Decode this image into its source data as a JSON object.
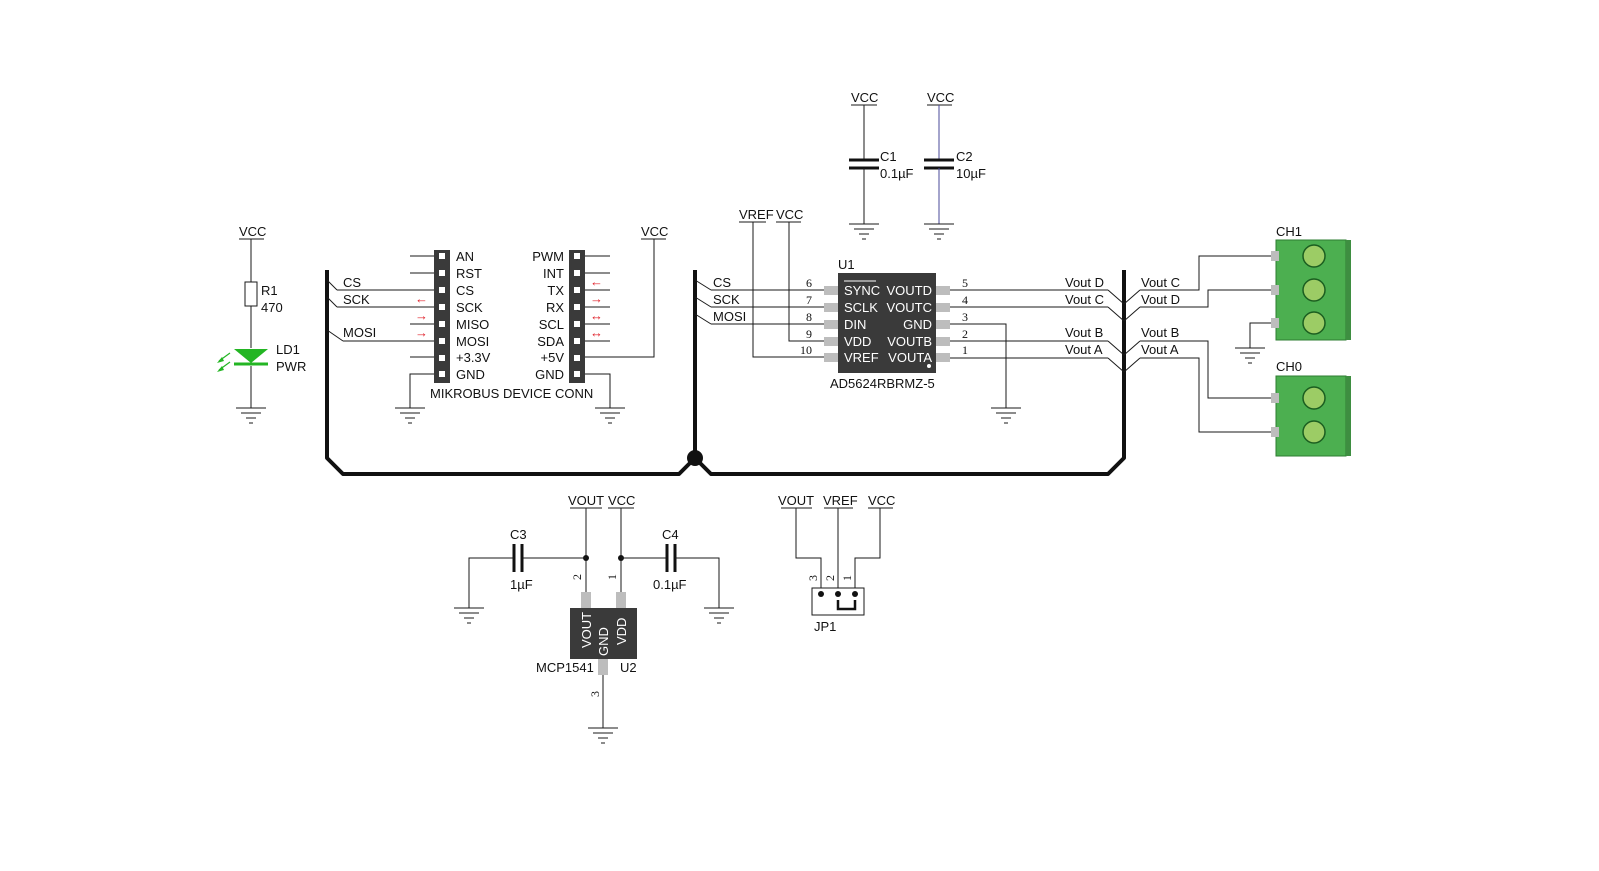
{
  "colors": {
    "wire": "#1a1a1a",
    "chip_body": "#3a3a3a",
    "pin_pad": "#bdbdbd",
    "terminal_green": "#4caf50",
    "led_green": "#23b523",
    "arrow_red": "#e0202a"
  },
  "power": {
    "vcc": "VCC",
    "vout": "VOUT",
    "vref": "VREF"
  },
  "r1": {
    "ref": "R1",
    "value": "470"
  },
  "ld1": {
    "ref": "LD1",
    "value": "PWR"
  },
  "c1": {
    "ref": "C1",
    "value": "0.1µF"
  },
  "c2": {
    "ref": "C2",
    "value": "10µF"
  },
  "c3": {
    "ref": "C3",
    "value": "1µF"
  },
  "c4": {
    "ref": "C4",
    "value": "0.1µF"
  },
  "mikrobus": {
    "title": "MIKROBUS DEVICE CONN",
    "left_pins": [
      "AN",
      "RST",
      "CS",
      "SCK",
      "MISO",
      "MOSI",
      "+3.3V",
      "GND"
    ],
    "right_pins": [
      "PWM",
      "INT",
      "TX",
      "RX",
      "SCL",
      "SDA",
      "+5V",
      "GND"
    ],
    "arrows_left": [
      "←",
      "→",
      "→"
    ],
    "arrows_right": [
      "←",
      "→",
      "↔",
      "↔"
    ],
    "net_cs": "CS",
    "net_sck": "SCK",
    "net_mosi": "MOSI"
  },
  "u1": {
    "ref": "U1",
    "part": "AD5624RBRMZ-5",
    "left_pins": [
      "SYNC",
      "SCLK",
      "DIN",
      "VDD",
      "VREF"
    ],
    "left_nums": [
      "6",
      "7",
      "8",
      "9",
      "10"
    ],
    "right_pins": [
      "VOUTD",
      "VOUTC",
      "GND",
      "VOUTB",
      "VOUTA"
    ],
    "right_nums": [
      "5",
      "4",
      "3",
      "2",
      "1"
    ],
    "nets_left": [
      "CS",
      "SCK",
      "MOSI"
    ],
    "nets_right": [
      "Vout D",
      "Vout C",
      "Vout B",
      "Vout A"
    ]
  },
  "connectors": {
    "ch1": "CH1",
    "ch0": "CH0",
    "nets": [
      "Vout C",
      "Vout D",
      "Vout B",
      "Vout A"
    ]
  },
  "u2": {
    "ref": "U2",
    "part": "MCP1541",
    "pins": [
      "VOUT",
      "GND",
      "VDD"
    ],
    "nums": [
      "2",
      "1",
      "3"
    ]
  },
  "jp1": {
    "ref": "JP1",
    "nums": [
      "3",
      "2",
      "1"
    ]
  }
}
